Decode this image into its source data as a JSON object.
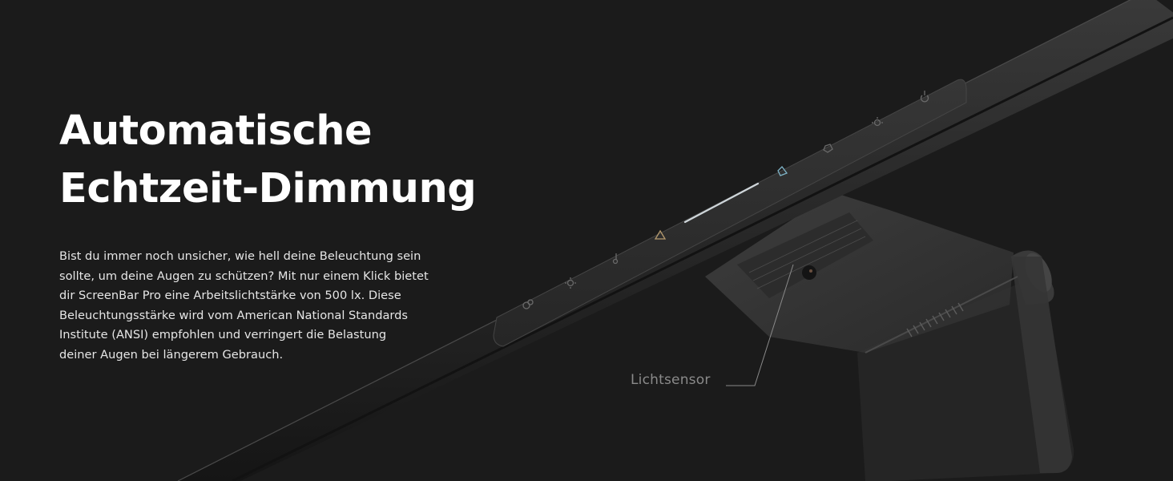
{
  "banner": {
    "headline": {
      "line1": "Automatische",
      "line2": "Echtzeit-Dimmung"
    },
    "body": {
      "lines": [
        "Bist du immer noch unsicher, wie hell deine Beleuchtung sein",
        "sollte, um deine Augen zu schützen? Mit nur einem Klick bietet",
        "dir ScreenBar Pro eine Arbeitslichtstärke von 500 lx. Diese",
        "Beleuchtungsstärke wird vom American National Standards",
        "Institute (ANSI) empfohlen und verringert die Belastung",
        "deiner Augen bei längerem Gebrauch."
      ]
    },
    "product": {
      "name": "ScreenBar Pro",
      "callout": {
        "label": "Lichtsensor"
      },
      "touch_icons": [
        "auto-dimming-icon",
        "brightness-icon",
        "color-temperature-icon",
        "warm-light-icon",
        "cool-light-icon",
        "favorite-mode-icon",
        "backlight-icon",
        "power-icon"
      ]
    },
    "colors": {
      "background": "#1b1b1b",
      "headline": "#ffffff",
      "body": "#e6e6e6",
      "callout": "#8a8a8a",
      "bar": "#2a2a2a",
      "indicator": "#cfd6da",
      "cool_icon": "#7fb4c8",
      "warm_icon": "#b59a6e"
    }
  }
}
